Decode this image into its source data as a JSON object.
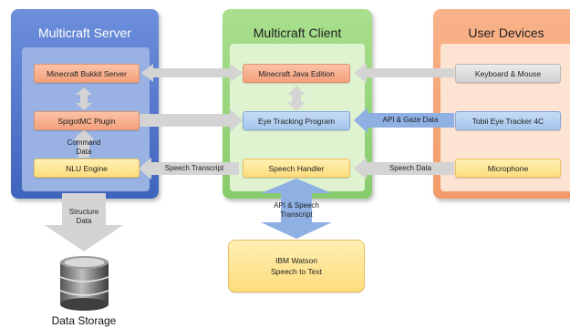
{
  "panels": {
    "server": {
      "title": "Multicraft Server"
    },
    "client": {
      "title": "Multicraft Client"
    },
    "devices": {
      "title": "User Devices"
    }
  },
  "boxes": {
    "bukkit": "Minecraft Bukkit Server",
    "spigot": "SpigotMC Plugin",
    "nlu": "NLU Engine",
    "java": "Minecraft Java Edition",
    "eye": "Eye Tracking Program",
    "speech": "Speech Handler",
    "keyboard": "Keyboard & Mouse",
    "tobii": "Tobii Eye Tracker 4C",
    "mic": "Microphone",
    "watson_line1": "IBM Watson",
    "watson_line2": "Speech to Text"
  },
  "labels": {
    "command_line1": "Command",
    "command_line2": "Data",
    "speech_transcript": "Speech Transcript",
    "api_gaze": "API & Gaze Data",
    "speech_data": "Speech Data",
    "api_speech_line1": "API & Speech",
    "api_speech_line2": "Transcript",
    "structure_line1": "Structure",
    "structure_line2": "Data",
    "storage": "Data Storage"
  },
  "colors": {
    "server_panel": "#5b7fd0",
    "client_panel": "#a8dc8c",
    "devices_panel": "#f6a574",
    "arrow_light": "#d4d4d4",
    "arrow_blue": "#8fb0e3"
  }
}
